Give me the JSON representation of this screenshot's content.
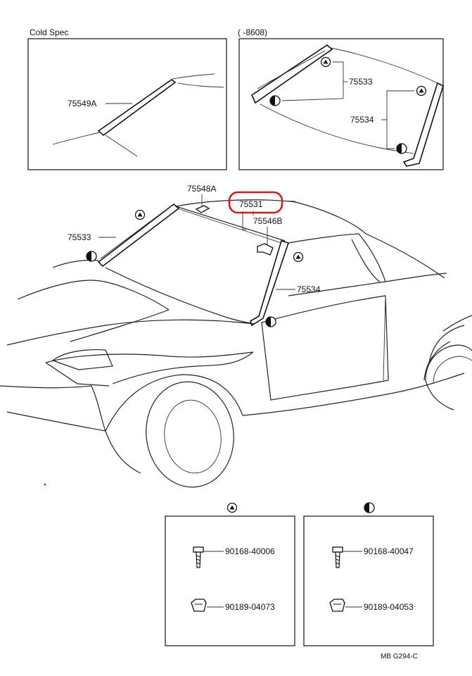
{
  "insets": {
    "cold_spec_title": "Cold Spec",
    "cold_spec_part": "75549A",
    "range_title": "(      -8608)",
    "range_part_a": "75533",
    "range_part_b": "75534"
  },
  "main": {
    "part_75548A": "75548A",
    "part_75531": "75531",
    "part_75546B": "75546B",
    "part_75533": "75533",
    "part_75534": "75534"
  },
  "fasteners": {
    "triangle_box": {
      "screw": "90168-40006",
      "clip": "90189-04073"
    },
    "halfcircle_box": {
      "screw": "90168-40047",
      "clip": "90189-04053"
    }
  },
  "footer": {
    "code": "MB  G294-C"
  },
  "highlight_color": "#d11a1a"
}
